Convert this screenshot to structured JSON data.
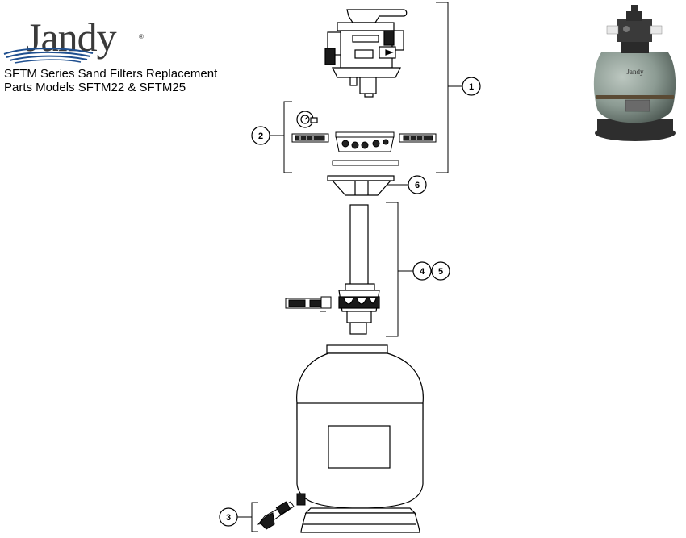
{
  "brand": {
    "name": "Jandy",
    "trademark": "®"
  },
  "title": {
    "line1": "SFTM Series Sand Filters Replacement",
    "line2": "Parts Models SFTM22 & SFTM25"
  },
  "callouts": {
    "c1": "1",
    "c2": "2",
    "c3": "3",
    "c4": "4",
    "c5": "5",
    "c6": "6"
  },
  "colors": {
    "line": "#000000",
    "brand_wave": "#1f4f8f",
    "tank_photo": "#8c9b93"
  }
}
